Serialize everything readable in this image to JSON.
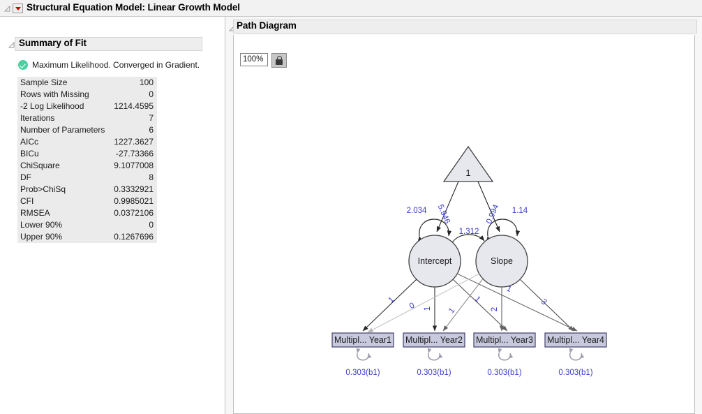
{
  "window": {
    "title": "Structural Equation Model: Linear Growth Model",
    "disclosure_icon": "disclosure-triangle-icon",
    "menu_icon": "red-triangle-menu-icon"
  },
  "summary_of_fit": {
    "title": "Summary of Fit",
    "status_icon": "green-check-circle-icon",
    "status_text": "Maximum Likelihood. Converged in Gradient.",
    "rows": [
      {
        "label": "Sample Size",
        "value": "100"
      },
      {
        "label": "Rows with Missing",
        "value": "0"
      },
      {
        "label": "-2 Log Likelihood",
        "value": "1214.4595"
      },
      {
        "label": "Iterations",
        "value": "7"
      },
      {
        "label": "Number of Parameters",
        "value": "6"
      },
      {
        "label": "AICc",
        "value": "1227.3627"
      },
      {
        "label": "BICu",
        "value": "-27.73366"
      },
      {
        "label": "ChiSquare",
        "value": "9.1077008"
      },
      {
        "label": "DF",
        "value": "8"
      },
      {
        "label": "Prob>ChiSq",
        "value": "0.3332921"
      },
      {
        "label": "CFI",
        "value": "0.9985021"
      },
      {
        "label": "RMSEA",
        "value": "0.0372106"
      },
      {
        "label": "Lower 90%",
        "value": "0"
      },
      {
        "label": "Upper 90%",
        "value": "0.1267696"
      }
    ]
  },
  "path_diagram": {
    "title": "Path Diagram",
    "zoom_level": "100%",
    "lock_icon": "lock-icon",
    "nodes": {
      "constant_triangle": "1",
      "latent": [
        {
          "id": "intercept",
          "label": "Intercept"
        },
        {
          "id": "slope",
          "label": "Slope"
        }
      ],
      "observed": [
        {
          "id": "year1",
          "label": "Multipl... Year1"
        },
        {
          "id": "year2",
          "label": "Multipl... Year2"
        },
        {
          "id": "year3",
          "label": "Multipl... Year3"
        },
        {
          "id": "year4",
          "label": "Multipl... Year4"
        }
      ]
    },
    "estimates": {
      "intercept_variance": "2.034",
      "intercept_mean": "5.946",
      "slope_mean": "0.994",
      "slope_variance": "1.14",
      "covariance": "1.312",
      "intercept_to_year1": "1",
      "intercept_to_year2": "1",
      "intercept_to_year3": "1",
      "intercept_to_year4": "1",
      "slope_to_year1": "0",
      "slope_to_year2": "1",
      "slope_to_year3": "2",
      "slope_to_year4": "3",
      "residuals": [
        "0.303(b1)",
        "0.303(b1)",
        "0.303(b1)",
        "0.303(b1)"
      ]
    },
    "colors": {
      "estimate_text": "#3a3ad0",
      "node_fill": "#e7e7ee",
      "node_stroke": "#404040",
      "box_fill": "#c9c9de",
      "box_stroke": "#40406a"
    }
  }
}
